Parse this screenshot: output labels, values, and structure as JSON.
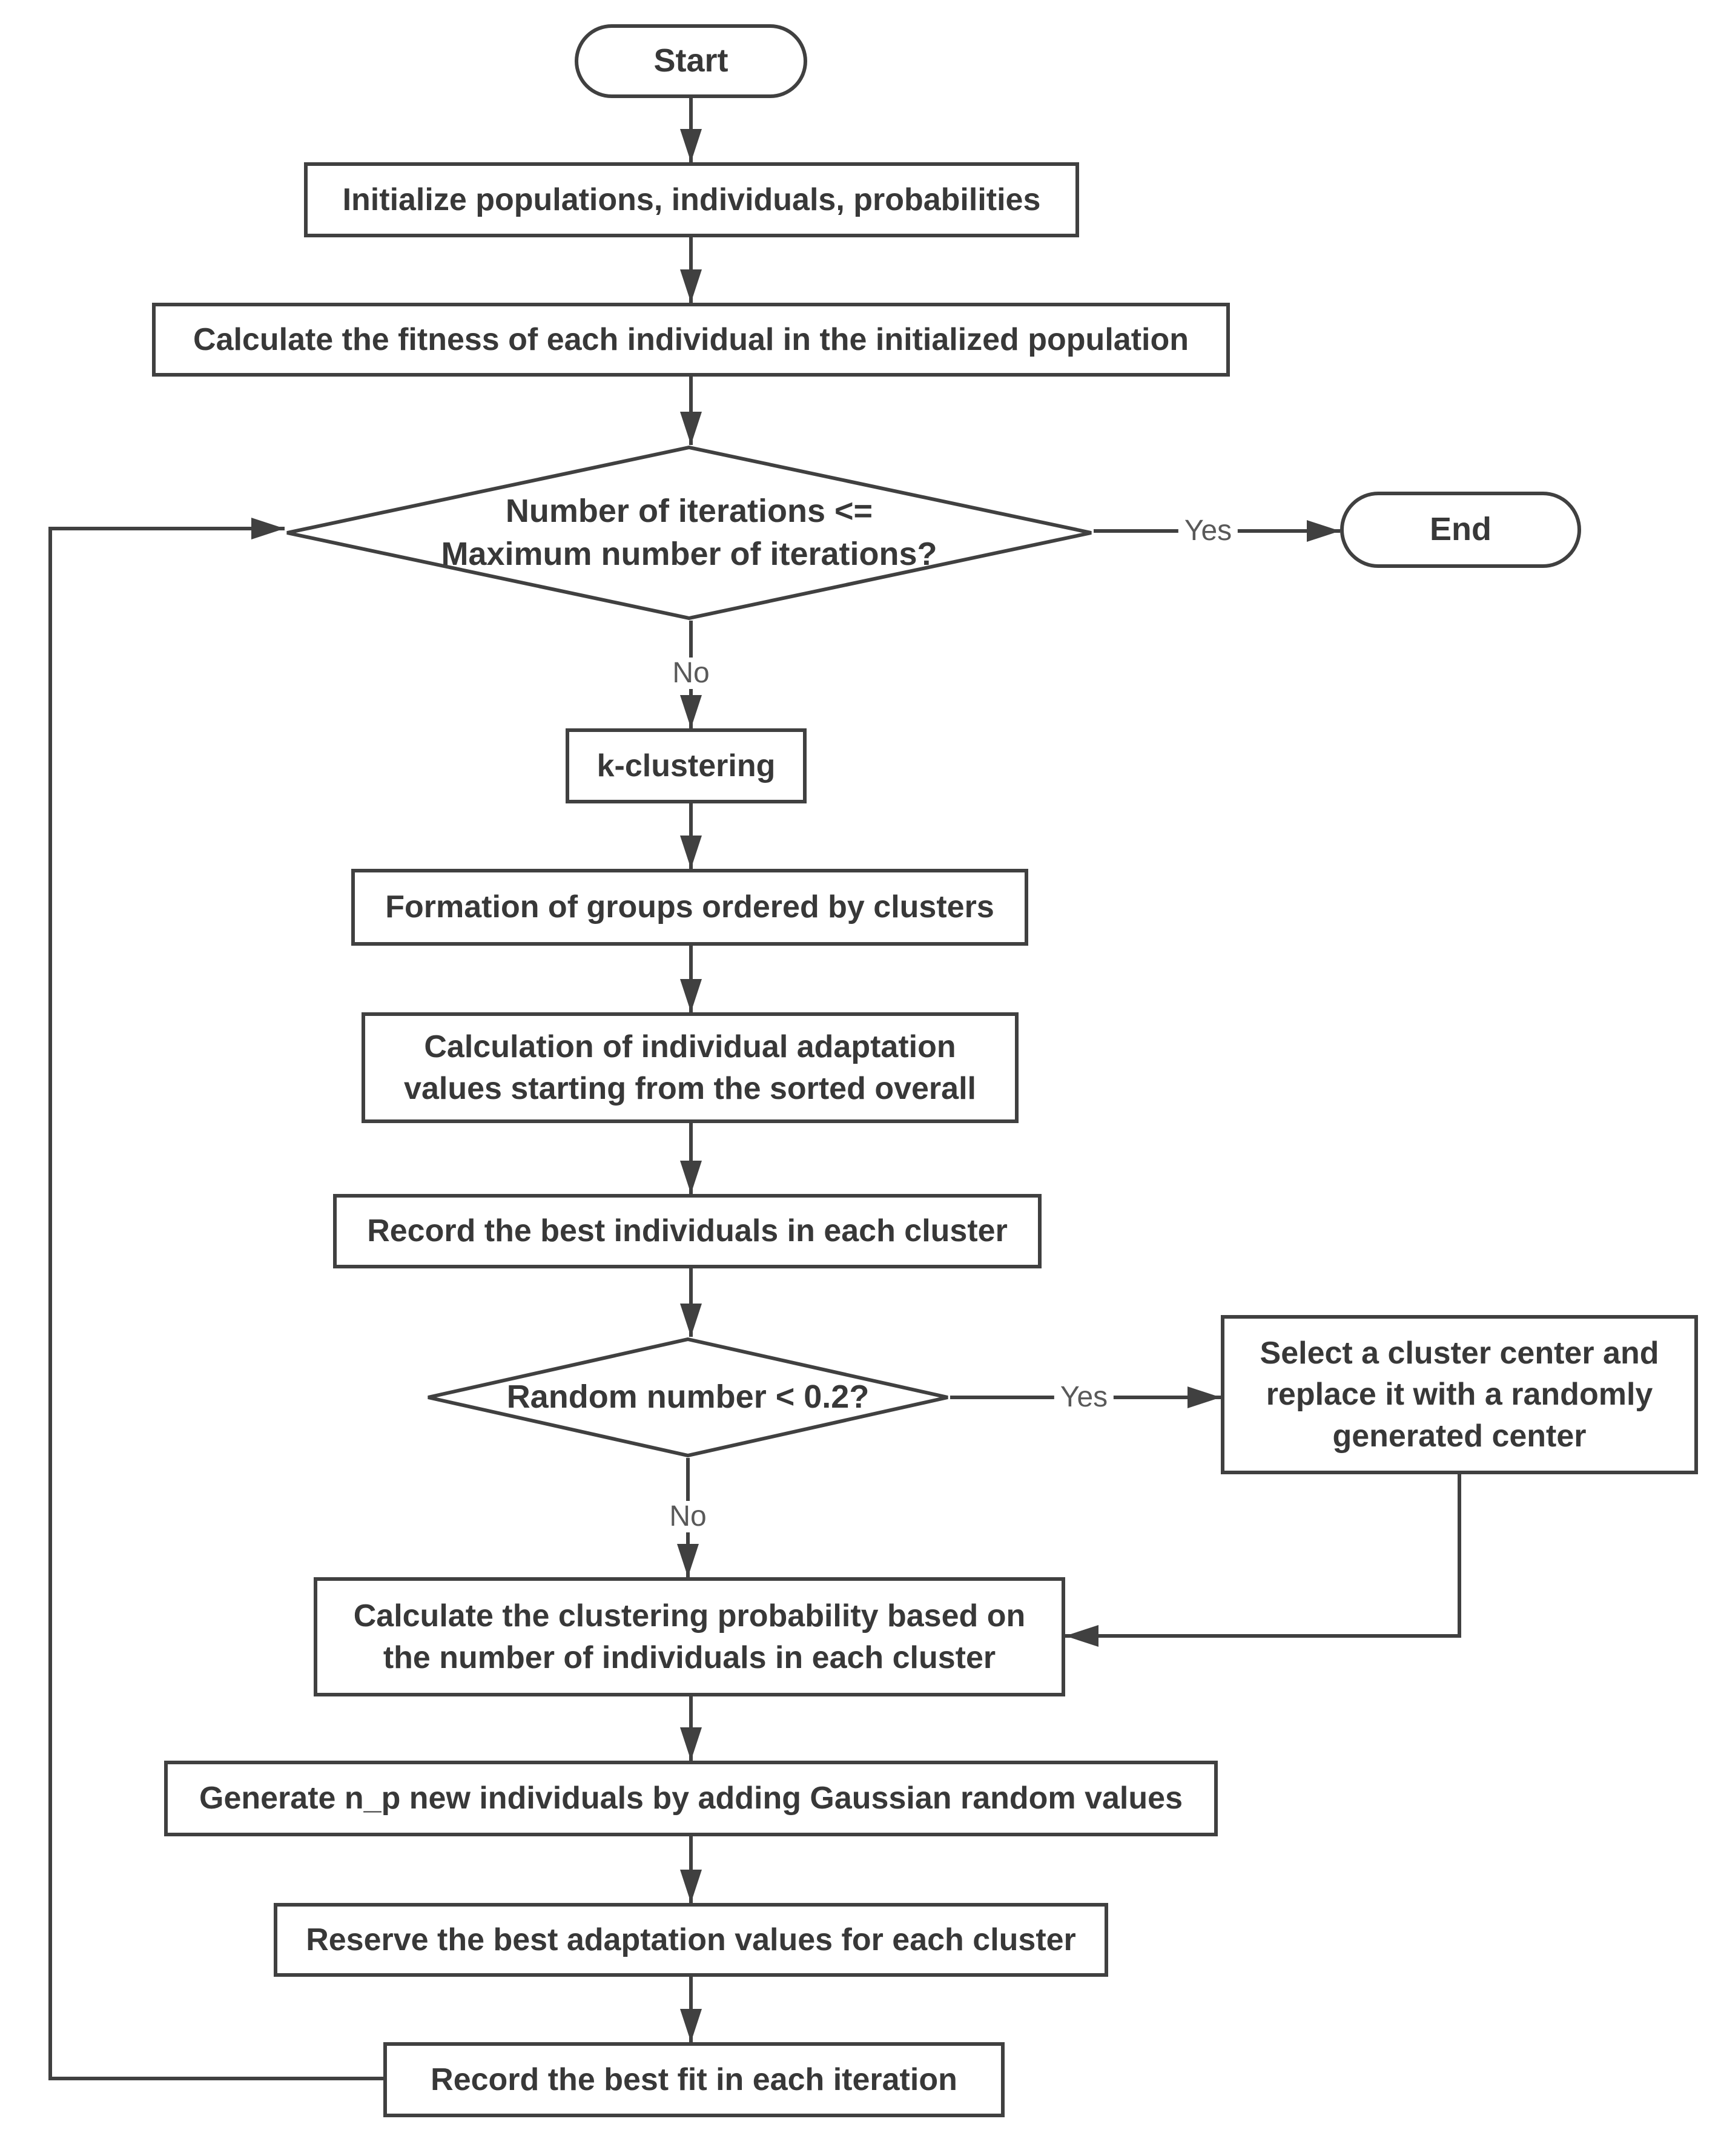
{
  "nodes": {
    "start": {
      "label": "Start",
      "type": "terminator"
    },
    "initialize": {
      "label": "Initialize populations, individuals, probabilities",
      "type": "process"
    },
    "fitness": {
      "label": "Calculate the fitness of each individual in the initialized population",
      "type": "process"
    },
    "iteration_check": {
      "label": "Number of iterations <=\nMaximum number of iterations?",
      "type": "decision"
    },
    "end": {
      "label": "End",
      "type": "terminator"
    },
    "k_clustering": {
      "label": "k-clustering",
      "type": "process"
    },
    "formation": {
      "label": "Formation of groups ordered by clusters",
      "type": "process"
    },
    "adaptation": {
      "label": "Calculation of individual adaptation\nvalues starting from the sorted overall",
      "type": "process"
    },
    "record_best_individuals": {
      "label": "Record the best individuals in each cluster",
      "type": "process"
    },
    "random_check": {
      "label": "Random number < 0.2?",
      "type": "decision"
    },
    "select_center": {
      "label": "Select a cluster center and\nreplace it with a randomly\ngenerated center",
      "type": "process"
    },
    "clustering_probability": {
      "label": "Calculate the clustering probability based on\nthe number of individuals in each cluster",
      "type": "process"
    },
    "generate_individuals": {
      "label": "Generate n_p new individuals by adding Gaussian random values",
      "type": "process"
    },
    "reserve_best": {
      "label": "Reserve the best adaptation values for each cluster",
      "type": "process"
    },
    "record_best_fit": {
      "label": "Record the best fit in each iteration",
      "type": "process"
    }
  },
  "edge_labels": {
    "iteration_yes": "Yes",
    "iteration_no": "No",
    "random_yes": "Yes",
    "random_no": "No"
  },
  "colors": {
    "stroke": "#404040",
    "node_text": "#383838",
    "edge_label_text": "#595959",
    "background": "#ffffff"
  }
}
